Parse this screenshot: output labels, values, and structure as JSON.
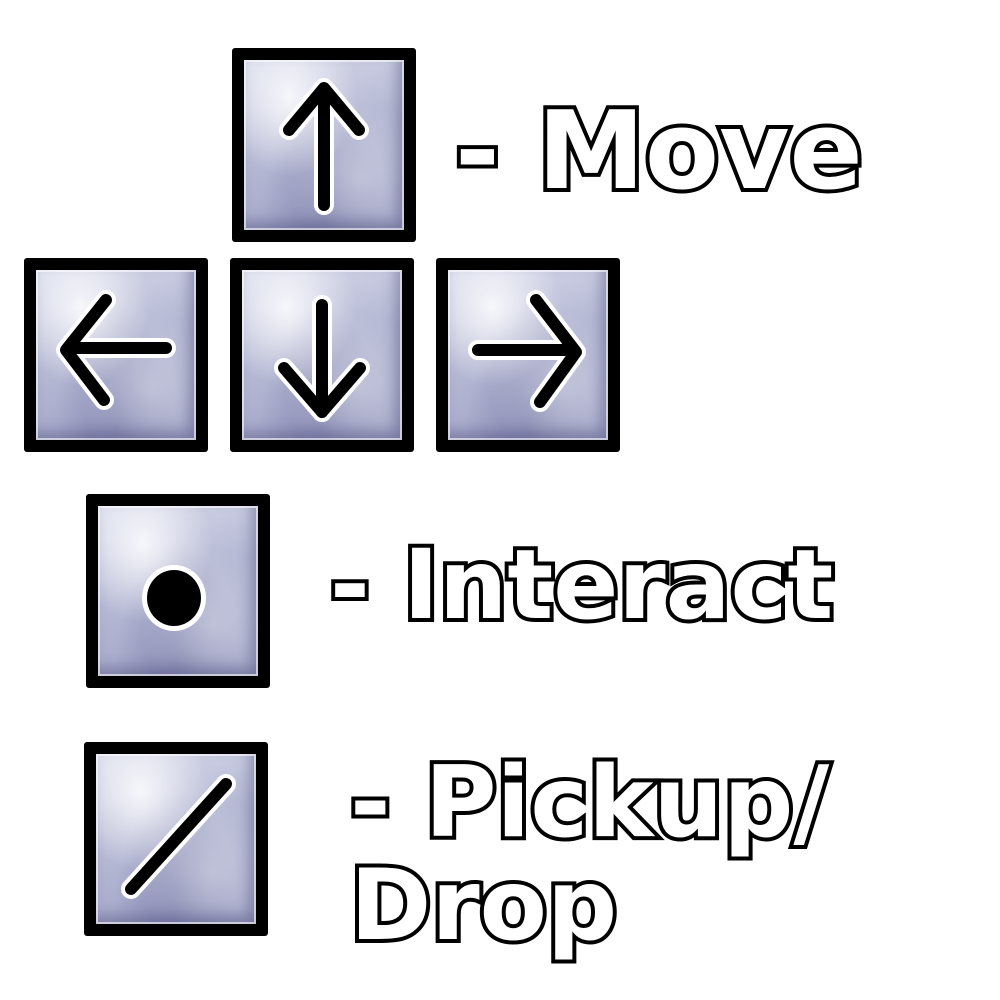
{
  "controls": [
    {
      "key_icon": "arrow-up-icon",
      "action": "- Move"
    },
    {
      "key_icon": "arrow-left-icon"
    },
    {
      "key_icon": "arrow-down-icon"
    },
    {
      "key_icon": "arrow-right-icon"
    },
    {
      "key_icon": "dot-icon",
      "action": "- Interact"
    },
    {
      "key_icon": "slash-icon",
      "action": "- Pickup/ Drop"
    }
  ],
  "colors": {
    "key_face": "#b6b9d4",
    "outline": "#000000",
    "label_fill": "#ffffff"
  }
}
